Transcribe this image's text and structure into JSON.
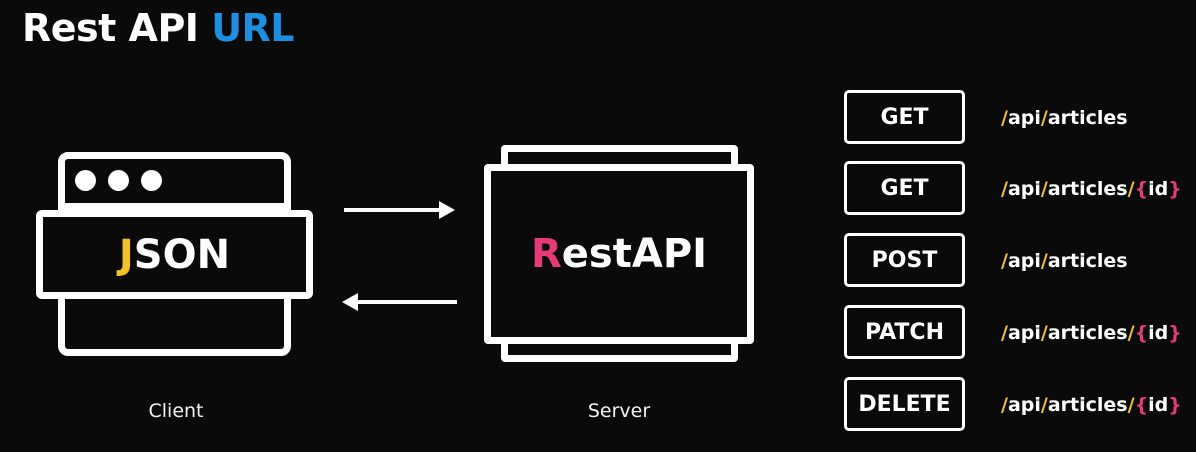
{
  "title": {
    "main": "Rest API ",
    "accent": "URL"
  },
  "client": {
    "json_first": "J",
    "json_rest": "SON",
    "caption": "Client"
  },
  "server": {
    "name_first": "R",
    "name_rest": "estAPI",
    "caption": "Server"
  },
  "colors": {
    "background": "#0a0a0a",
    "accent_blue": "#1e8fe0",
    "yellow": "#f2c12e",
    "pink": "#e43a76"
  },
  "endpoints": [
    {
      "method": "GET",
      "path": "/api/articles",
      "parts": [
        "/",
        "api",
        "/",
        "articles"
      ]
    },
    {
      "method": "GET",
      "path": "/api/articles/{id}",
      "parts": [
        "/",
        "api",
        "/",
        "articles",
        "/",
        "{",
        "id",
        "}"
      ]
    },
    {
      "method": "POST",
      "path": "/api/articles",
      "parts": [
        "/",
        "api",
        "/",
        "articles"
      ]
    },
    {
      "method": "PATCH",
      "path": "/api/articles/{id}",
      "parts": [
        "/",
        "api",
        "/",
        "articles",
        "/",
        "{",
        "id",
        "}"
      ]
    },
    {
      "method": "DELETE",
      "path": "/api/articles/{id}",
      "parts": [
        "/",
        "api",
        "/",
        "articles",
        "/",
        "{",
        "id",
        "}"
      ]
    }
  ]
}
